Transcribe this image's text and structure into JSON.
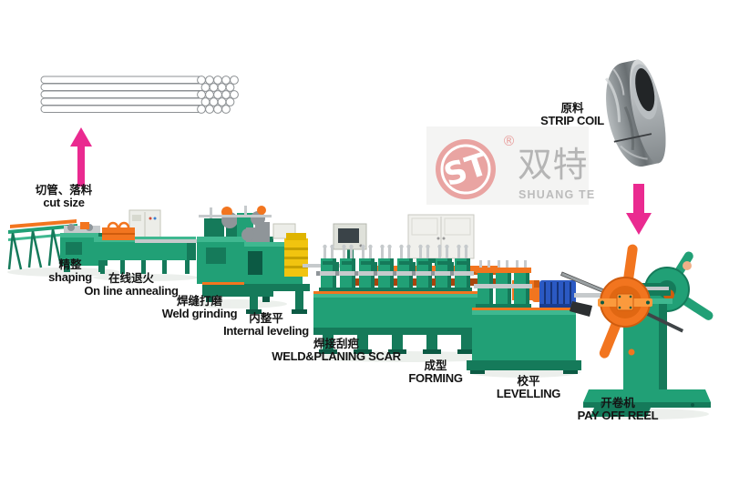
{
  "logo": {
    "monogram": "ST",
    "registered": "®",
    "name_cn": "双特",
    "name_en": "SHUANG TE"
  },
  "labels": {
    "cut_size": {
      "cn": "切管、落料",
      "en": "cut size"
    },
    "shaping": {
      "cn": "精整",
      "en": "shaping"
    },
    "annealing": {
      "cn": "在线退火",
      "en": "On line annealing"
    },
    "weld_grinding": {
      "cn": "焊缝打磨",
      "en": "Weld grinding"
    },
    "internal_leveling": {
      "cn": "内整平",
      "en": "Internal leveling"
    },
    "weld_planing_scar": {
      "cn": "焊接刮疤",
      "en": "WELD&PLANING SCAR"
    },
    "forming": {
      "cn": "成型",
      "en": "FORMING"
    },
    "levelling": {
      "cn": "校平",
      "en": "LEVELLING"
    },
    "pay_off_reel": {
      "cn": "开卷机",
      "en": "PAY OFF REEL"
    },
    "strip_coil": {
      "cn": "原料",
      "en": "STRIP COIL"
    }
  },
  "colors": {
    "machine_green_light": "#3fb890",
    "machine_green": "#21a076",
    "machine_green_dark": "#157a5a",
    "machine_green_deep": "#0c5a44",
    "accent_orange": "#f2751f",
    "accent_orange_dark": "#cf5c0e",
    "hydraulic_yellow": "#f1c40f",
    "gearbox_blue": "#2b59c3",
    "arrow_pink": "#ea2a90",
    "logo_red": "#e9a4a2",
    "logo_gray": "#b5b5b5",
    "metal_silver": "#c6cacc",
    "text_black": "#141414"
  }
}
